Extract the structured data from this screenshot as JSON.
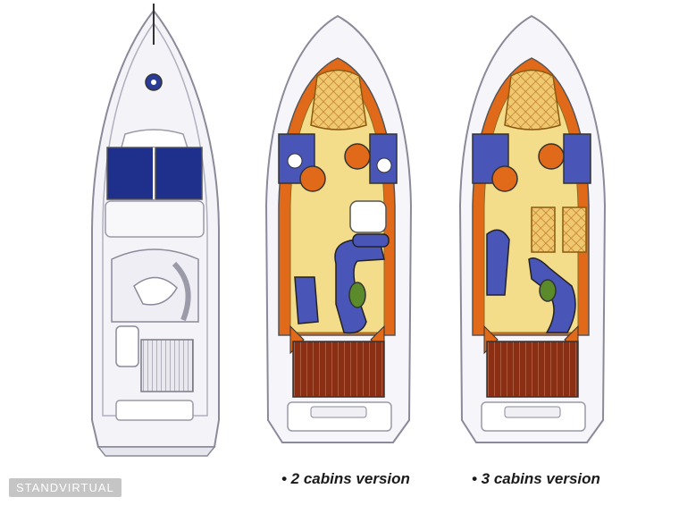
{
  "captions": {
    "two_cabins": "• 2 cabins version",
    "three_cabins": "• 3 cabins version"
  },
  "watermark": "STANDVIRTUAL",
  "colors": {
    "hull_outline": "#8a8a9a",
    "deck_white": "#f4f4f8",
    "windscreen_blue": "#1f2f8c",
    "floor_yellow": "#f3dc8a",
    "accent_orange": "#e06a1a",
    "upholstery_purple": "#4a55b8",
    "teak_deck": "#8a2e14",
    "bed_cream": "#f0c870"
  }
}
